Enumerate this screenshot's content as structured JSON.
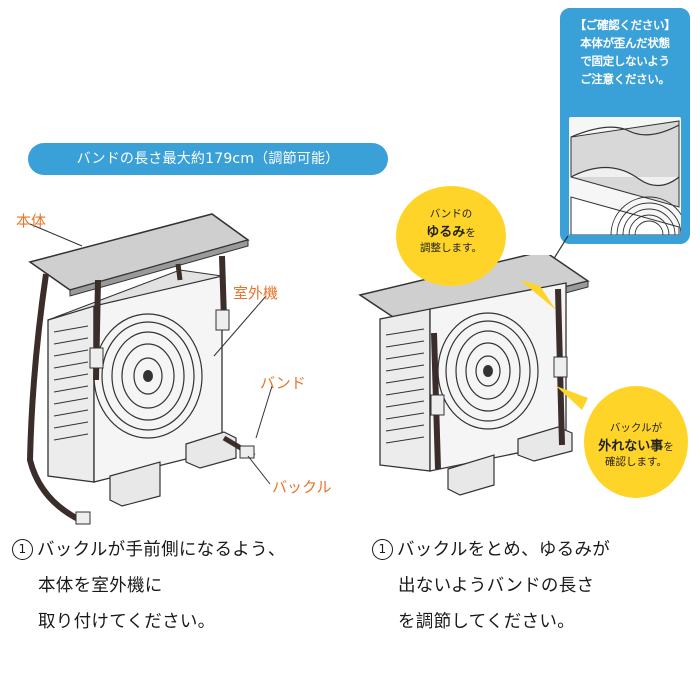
{
  "caution": {
    "title": "【ご確認ください】",
    "lines": [
      "本体が歪んだ状態",
      "で固定しないよう",
      "ご注意ください。"
    ]
  },
  "band_note": "バンドの長さ最大約179cm（調節可能）",
  "labels": {
    "body": "本体",
    "outdoor_unit": "室外機",
    "band": "バンド",
    "buckle": "バックル"
  },
  "bubble_slack": {
    "l1": "バンドの",
    "l2a": "ゆるみ",
    "l2b": "を",
    "l3": "調整します。"
  },
  "bubble_buckle": {
    "l1": "バックルが",
    "l2a": "外れない事",
    "l2b": "を",
    "l3": "確認します。"
  },
  "step_left": {
    "number": "1",
    "lines": [
      "バックルが手前側になるよう、",
      "本体を室外機に",
      "取り付けてください。"
    ]
  },
  "step_right": {
    "number": "1",
    "lines": [
      "バックルをとめ、ゆるみが",
      "出ないようバンドの長さ",
      "を調節してください。"
    ]
  },
  "colors": {
    "accent_blue": "#3aa0d8",
    "label_orange": "#e8752a",
    "bubble_yellow": "#ffd428"
  }
}
